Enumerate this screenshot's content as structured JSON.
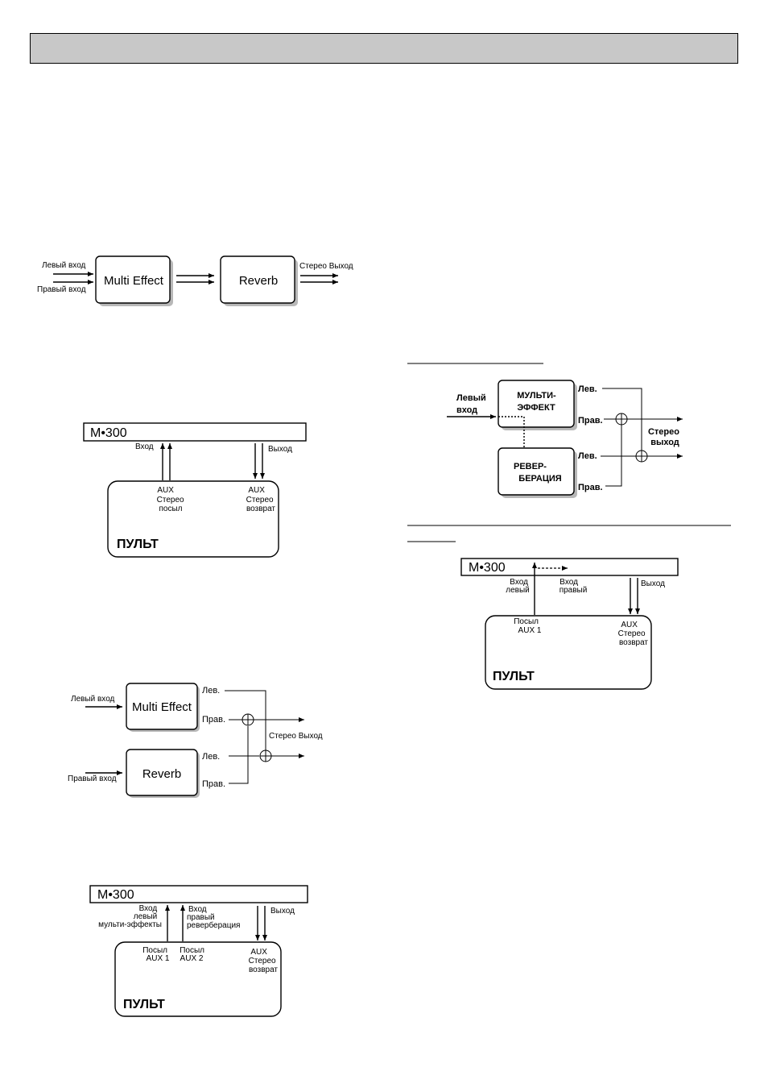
{
  "colors": {
    "header_bar": "#c8c8c8",
    "shadow": "#b8b8b8",
    "line": "#000000"
  },
  "diagram_serial": {
    "left_in": "Левый вход",
    "right_in": "Правый вход",
    "box1": "Multi Effect",
    "box2": "Reverb",
    "out": "Стерео Выход"
  },
  "diagram_stereo_aux": {
    "device": "M•300",
    "in_label": "Вход",
    "out_label": "Выход",
    "send_lines": [
      "AUX",
      "Стерео",
      "посыл"
    ],
    "return_lines": [
      "AUX",
      "Стерео",
      "возврат"
    ],
    "console": "ПУЛЬТ"
  },
  "diagram_parallel": {
    "left_in": "Левый вход",
    "right_in": "Правый вход",
    "box1": "Multi Effect",
    "box2": "Reverb",
    "lev1": "Лев.",
    "prav1": "Прав.",
    "lev2": "Лев.",
    "prav2": "Прав.",
    "out": "Стерео Выход"
  },
  "diagram_two_aux": {
    "device": "M•300",
    "in_left_lines": [
      "Вход",
      "левый",
      "мульти-эффекты"
    ],
    "in_right_lines": [
      "Вход",
      "правый",
      "реверберация"
    ],
    "out_label": "Выход",
    "send1_lines": [
      "Посыл",
      "AUX 1"
    ],
    "send2_lines": [
      "Посыл",
      "AUX 2"
    ],
    "return_lines": [
      "AUX",
      "Стерео",
      "возврат"
    ],
    "console": "ПУЛЬТ"
  },
  "diagram_cascade": {
    "left_in_lines": [
      "Левый",
      "вход"
    ],
    "box1_lines": [
      "МУЛЬТИ-",
      "ЭФФЕКТ"
    ],
    "box2_lines": [
      "РЕВЕР-",
      "БЕРАЦИЯ"
    ],
    "lev1": "Лев.",
    "prav1": "Прав.",
    "lev2": "Лев.",
    "prav2": "Прав.",
    "out_lines": [
      "Стерео",
      "выход"
    ]
  },
  "diagram_one_aux": {
    "device": "M•300",
    "in_left_lines": [
      "Вход",
      "левый"
    ],
    "in_right_lines": [
      "Вход",
      "правый"
    ],
    "out_label": "Выход",
    "send_lines": [
      "Посыл",
      "AUX 1"
    ],
    "return_lines": [
      "AUX",
      "Стерео",
      "возврат"
    ],
    "console": "ПУЛЬТ"
  }
}
